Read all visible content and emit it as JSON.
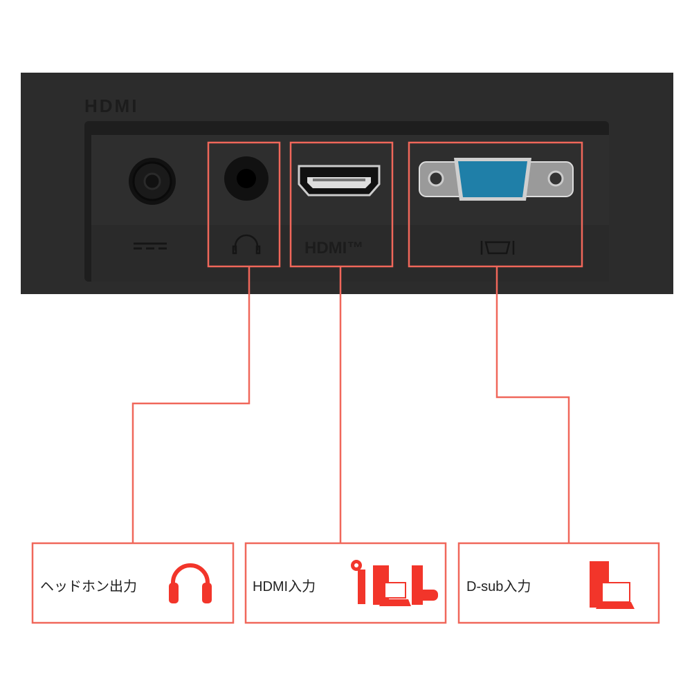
{
  "panel": {
    "logo_text": "HDMI",
    "hdmi_port_label": "HDMI™"
  },
  "callouts": [
    {
      "label": "ヘッドホン出力",
      "icon": "headphones-icon"
    },
    {
      "label": "HDMI入力",
      "icon": "devices-icon"
    },
    {
      "label": "D-sub入力",
      "icon": "pc-laptop-icon"
    }
  ],
  "colors": {
    "accent": "#f0675a",
    "icon_red": "#f2352a",
    "panel": "#2b2b2b"
  }
}
